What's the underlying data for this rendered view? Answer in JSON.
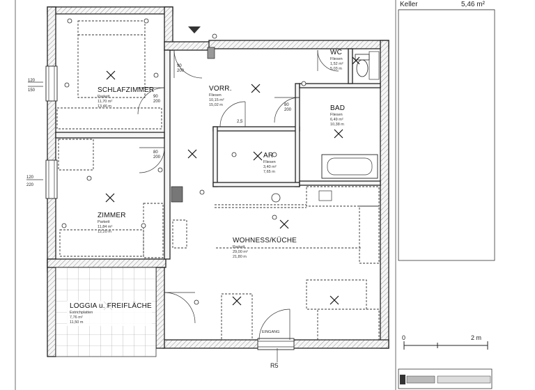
{
  "rooms": {
    "schlafzimmer": {
      "name": "SCHLAFZIMMER",
      "floor": "Parkett",
      "area": "11,70 m²",
      "perimeter": "13,46 m"
    },
    "vorr": {
      "name": "VORR.",
      "floor": "Fliesen",
      "area": "10,15 m²",
      "perimeter": "15,02 m"
    },
    "wc": {
      "name": "WC",
      "floor": "Fliesen",
      "area": "1,52 m²",
      "perimeter": "5,03 m"
    },
    "bad": {
      "name": "BAD",
      "floor": "Fliesen",
      "area": "6,49 m²",
      "perimeter": "10,38 m"
    },
    "ar": {
      "name": "AR",
      "floor": "Fliesen",
      "area": "3,40 m²",
      "perimeter": "7,65 m"
    },
    "zimmer": {
      "name": "ZIMMER",
      "floor": "Parkett",
      "area": "11,84 m²",
      "perimeter": "12,20 m"
    },
    "wohnen": {
      "name": "WOHNESS/KÜCHE",
      "floor": "Parkett",
      "area": "29,00 m²",
      "perimeter": "21,80 m"
    },
    "loggia": {
      "name": "LOGGIA u. FREIFLÄCHE",
      "floor": "Estrichplatten",
      "area": "7,76 m²",
      "perimeter": "11,50 m"
    }
  },
  "dimensions": {
    "window_left_top": "120",
    "window_left_top_b": "150",
    "window_left_mid": "120",
    "window_left_mid_b": "220",
    "door_schlaf": "90",
    "door_schlaf_b": "200",
    "door_vorr": "90",
    "door_vorr_b": "200",
    "door_bad": "80",
    "door_bad_b": "200",
    "door_zimmer": "80",
    "door_zimmer_b": "200",
    "door_ar": "2,5",
    "section_mark": "R5"
  },
  "sidebar": {
    "keller_label": "Keller",
    "keller_area": "5,46 m²",
    "scale_start": "0",
    "scale_end": "2 m"
  },
  "entrance": {
    "label": "EINGANG"
  }
}
